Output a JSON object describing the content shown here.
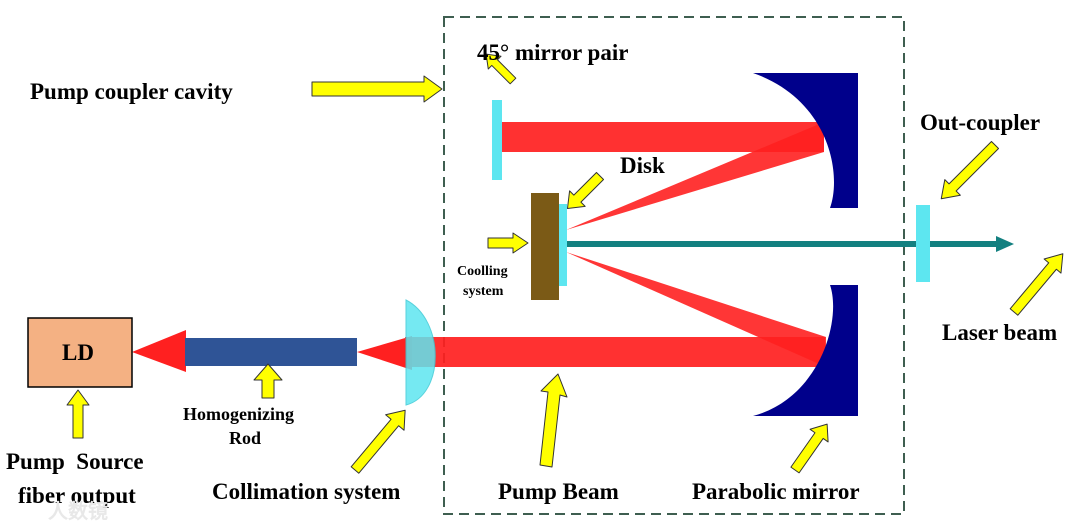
{
  "labels": {
    "ld": "LD",
    "pump_source_1": "Pump  Source",
    "pump_source_2": "fiber output",
    "homogenizing_1": "Homogenizing",
    "homogenizing_2": "Rod",
    "collimation": "Collimation system",
    "pump_beam": "Pump Beam",
    "parabolic_mirror": "Parabolic mirror",
    "pump_coupler_cavity": "Pump coupler cavity",
    "mirror_pair": "45° mirror pair",
    "disk": "Disk",
    "cooling_1": "Coolling",
    "cooling_2": "system",
    "out_coupler": "Out-coupler",
    "laser_beam": "Laser beam"
  },
  "watermark": "人数镜",
  "colors": {
    "ld_box": "#F4B183",
    "pump_beam": "#FF2020",
    "rod": "#2F5496",
    "lens": "#5DE6F0",
    "parabolic_mirror": "#00008B",
    "disk_holder": "#7B5A16",
    "laser_beam": "#138080",
    "arrow_fill": "#FFFF00",
    "dashed_box": "#3E5E50"
  }
}
